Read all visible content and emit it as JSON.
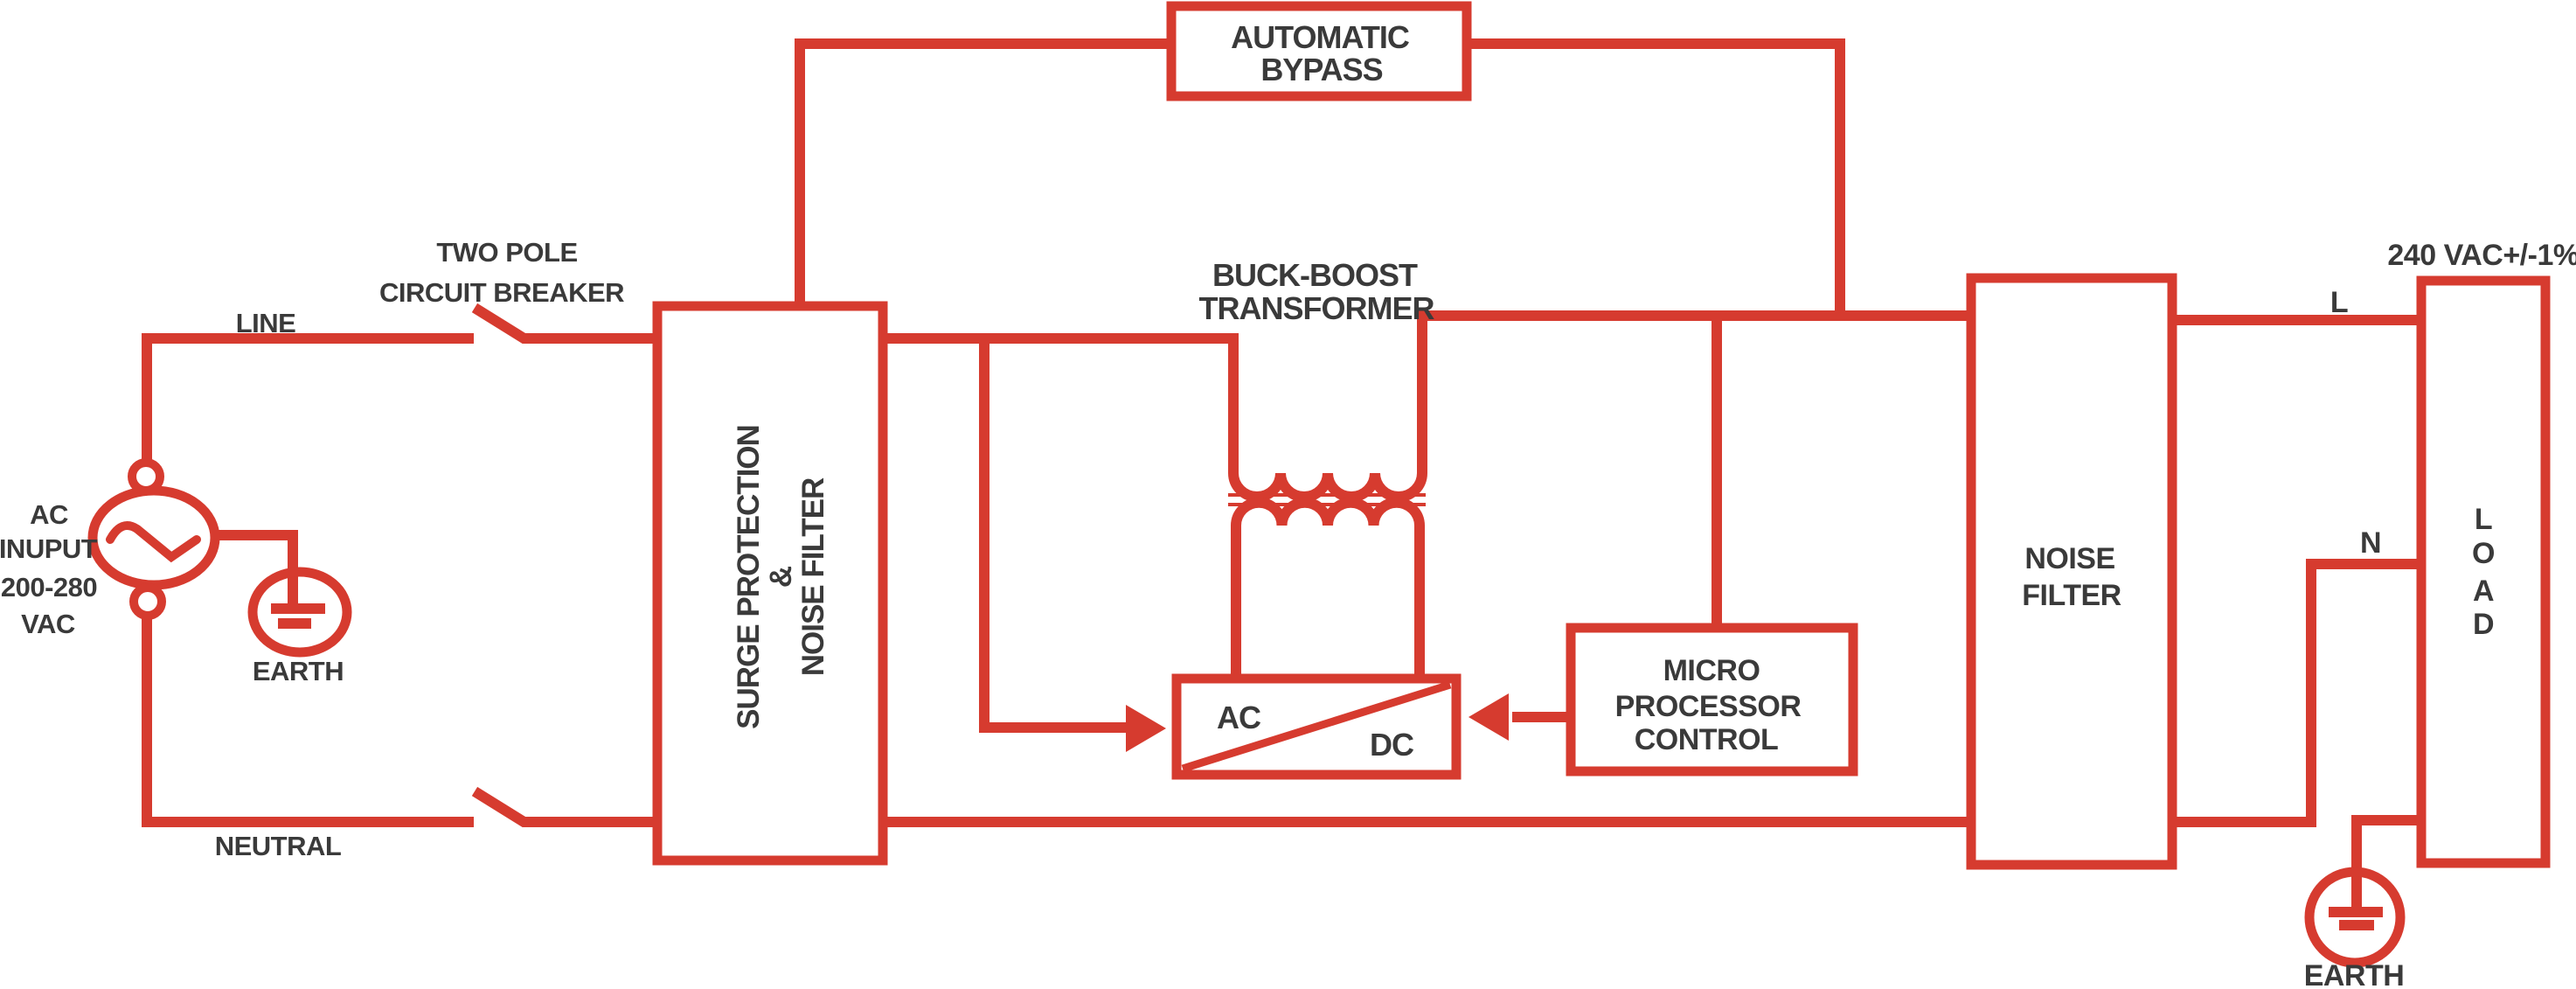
{
  "colors": {
    "wire_red": "#d63b2f",
    "label_gray": "#3a3a3a",
    "background": "#ffffff"
  },
  "source": {
    "label_line1": "AC",
    "label_line2": "INUPUT",
    "label_line3": "200-280",
    "label_line4": "VAC",
    "earth_label": "EARTH"
  },
  "input_wiring": {
    "line_label": "LINE",
    "neutral_label": "NEUTRAL",
    "breaker_line1": "TWO POLE",
    "breaker_line2": "CIRCUIT BREAKER"
  },
  "bypass": {
    "line1": "AUTOMATIC",
    "line2": "BYPASS"
  },
  "surge_filter": {
    "line1": "SURGE PROTECTION",
    "line2": "&",
    "line3": "NOISE FILTER"
  },
  "transformer": {
    "line1": "BUCK-BOOST",
    "line2": "TRANSFORMER"
  },
  "converter": {
    "ac": "AC",
    "dc": "DC"
  },
  "controller": {
    "line1": "MICRO",
    "line2": "PROCESSOR",
    "line3": "CONTROL"
  },
  "output_filter": {
    "line1": "NOISE",
    "line2": "FILTER"
  },
  "load": {
    "letter1": "L",
    "letter2": "O",
    "letter3": "A",
    "letter4": "D"
  },
  "output": {
    "live_label": "L",
    "neutral_label": "N",
    "spec": "240 VAC+/-1%",
    "earth_label": "EARTH"
  }
}
